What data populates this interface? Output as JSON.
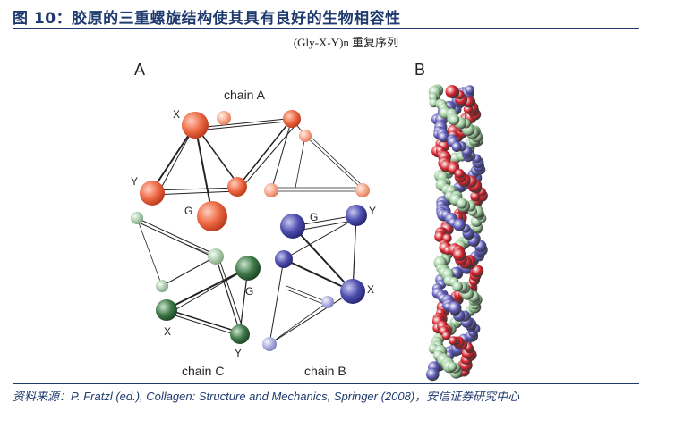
{
  "figure_title": "图 10：胶原的三重螺旋结构使其具有良好的生物相容性",
  "subtitle": "(Gly-X-Y)n 重复序列",
  "panel_a_label": "A",
  "panel_b_label": "B",
  "chain_labels": {
    "a": "chain A",
    "b": "chain B",
    "c": "chain C"
  },
  "residue_labels": {
    "x": "X",
    "y": "Y",
    "g": "G"
  },
  "colors": {
    "chain_a": "#e8643f",
    "chain_b": "#4a4aa8",
    "chain_c": "#3f7a4a",
    "helix_red": "#d4202a",
    "helix_blue": "#5a58b8",
    "helix_green": "#9fcf9f"
  },
  "source": "资料来源：P. Fratzl (ed.), Collagen: Structure and Mechanics, Springer (2008)，安信证券研究中心"
}
